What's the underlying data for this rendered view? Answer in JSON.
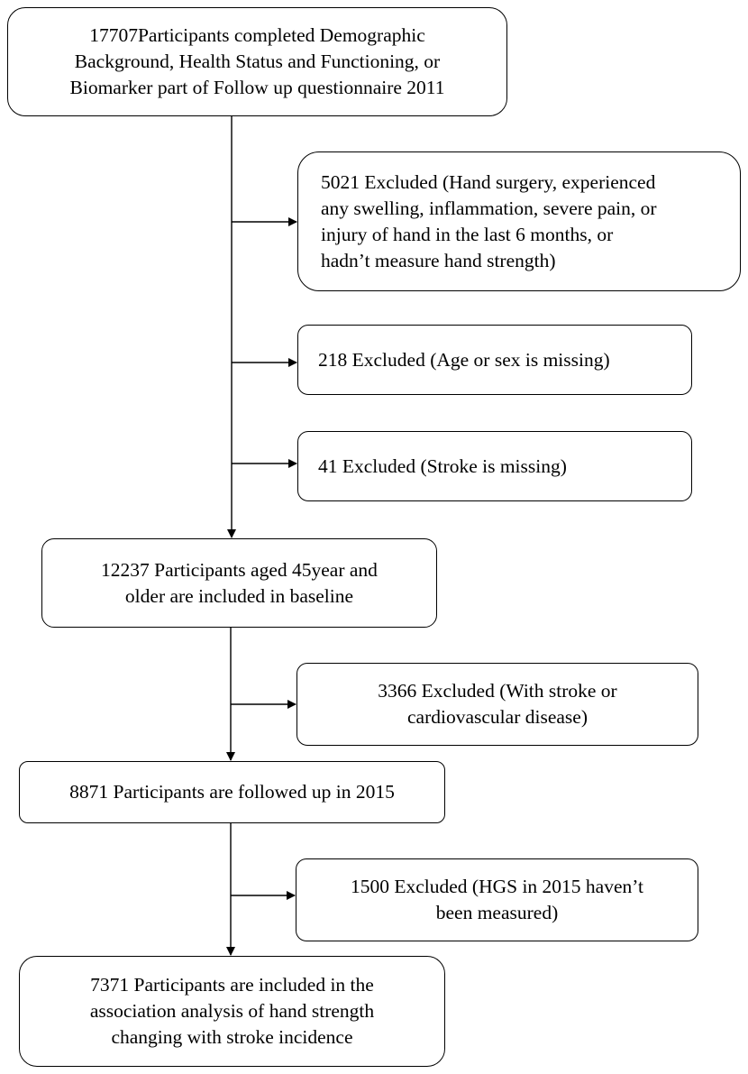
{
  "flowchart": {
    "start": {
      "lines": [
        "17707Participants completed Demographic",
        "Background, Health Status and Functioning, or",
        "Biomarker part of Follow up questionnaire 2011"
      ]
    },
    "exclusion_1": {
      "lines": [
        "5021 Excluded (Hand surgery, experienced",
        "any swelling, inflammation, severe pain, or",
        "injury of hand in the last 6 months, or",
        "hadn’t measure hand strength)"
      ]
    },
    "exclusion_2": {
      "lines": [
        "218 Excluded (Age or sex is missing)"
      ]
    },
    "exclusion_3": {
      "lines": [
        "41 Excluded (Stroke is missing)"
      ]
    },
    "baseline": {
      "lines": [
        "12237 Participants aged 45year and",
        "older are included in baseline"
      ]
    },
    "exclusion_4": {
      "lines": [
        "3366 Excluded (With stroke or",
        "cardiovascular disease)"
      ]
    },
    "followup": {
      "lines": [
        "8871 Participants are followed up in 2015"
      ]
    },
    "exclusion_5": {
      "lines": [
        "1500 Excluded (HGS in 2015 haven’t",
        "been measured)"
      ]
    },
    "final": {
      "lines": [
        "7371 Participants are included in the",
        "association analysis of hand strength",
        "changing with stroke incidence"
      ]
    }
  },
  "colors": {
    "stroke": "#000000",
    "box_fill": "#ffffff",
    "text": "#000000"
  }
}
